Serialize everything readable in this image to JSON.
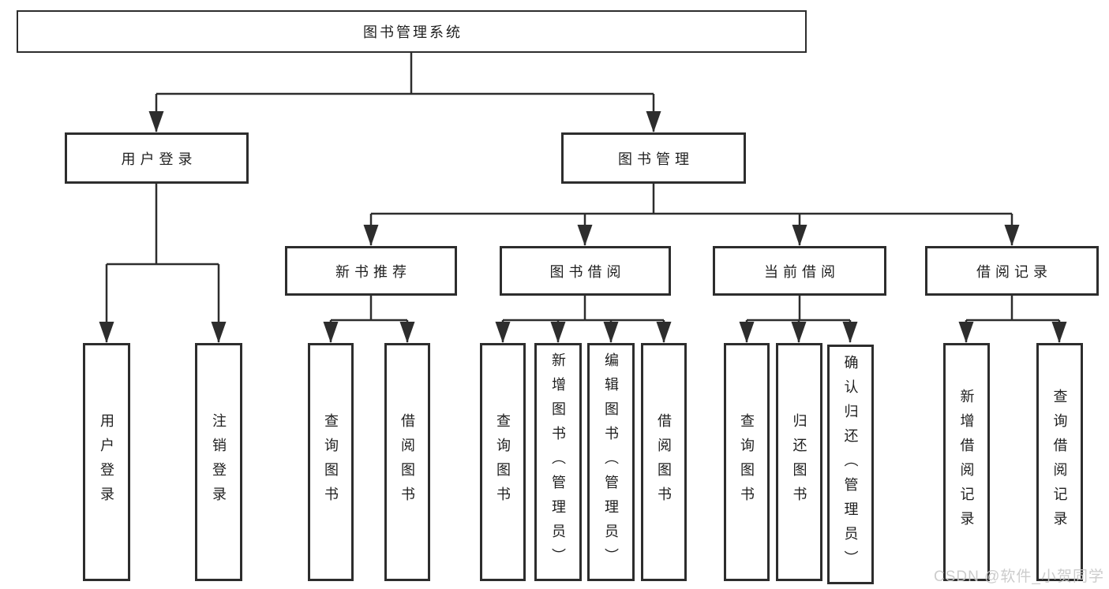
{
  "diagram": {
    "tree": {
      "label": "图书管理系统",
      "children": [
        {
          "label": "用户登录",
          "children": [
            {
              "label": "用户登录"
            },
            {
              "label": "注销登录"
            }
          ]
        },
        {
          "label": "图书管理",
          "children": [
            {
              "label": "新书推荐",
              "children": [
                {
                  "label": "查询图书"
                },
                {
                  "label": "借阅图书"
                }
              ]
            },
            {
              "label": "图书借阅",
              "children": [
                {
                  "label": "查询图书"
                },
                {
                  "label": "新增图书（管理员）"
                },
                {
                  "label": "编辑图书（管理员）"
                },
                {
                  "label": "借阅图书"
                }
              ]
            },
            {
              "label": "当前借阅",
              "children": [
                {
                  "label": "查询图书"
                },
                {
                  "label": "归还图书"
                },
                {
                  "label": "确认归还（管理员）"
                }
              ]
            },
            {
              "label": "借阅记录",
              "children": [
                {
                  "label": "新增借阅记录"
                },
                {
                  "label": "查询借阅记录"
                }
              ]
            }
          ]
        }
      ]
    },
    "colors": {
      "line": "#2d2d2d",
      "text": "#1f1f1f",
      "background": "#ffffff",
      "watermark": "#c8c8c8"
    }
  },
  "watermark": {
    "text": "CSDN @软件_小贺同学"
  }
}
